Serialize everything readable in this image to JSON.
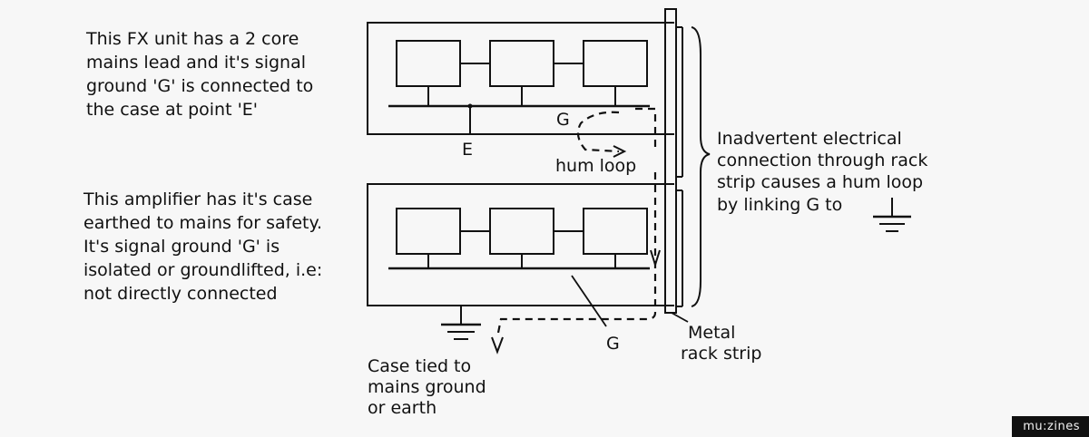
{
  "fx_unit_caption": [
    "This FX unit has a 2 core",
    "mains lead and it's signal",
    "ground 'G' is connected to",
    "the case at point 'E'"
  ],
  "amplifier_caption": [
    "This amplifier has it's case",
    "earthed to mains for safety.",
    "It's signal ground 'G' is",
    "isolated or groundlifted, i.e:",
    "not directly connected"
  ],
  "inadvertent_caption": [
    "Inadvertent electrical",
    "connection through rack",
    "strip causes a hum loop",
    "by linking G to"
  ],
  "case_caption": [
    "Case tied to",
    "mains ground",
    "or earth"
  ],
  "rack_strip_caption": [
    "Metal",
    "rack strip"
  ],
  "labels": {
    "g_top": "G",
    "e_point": "E",
    "hum_loop": "hum loop",
    "g_bottom": "G"
  },
  "watermark": "mu:zines"
}
